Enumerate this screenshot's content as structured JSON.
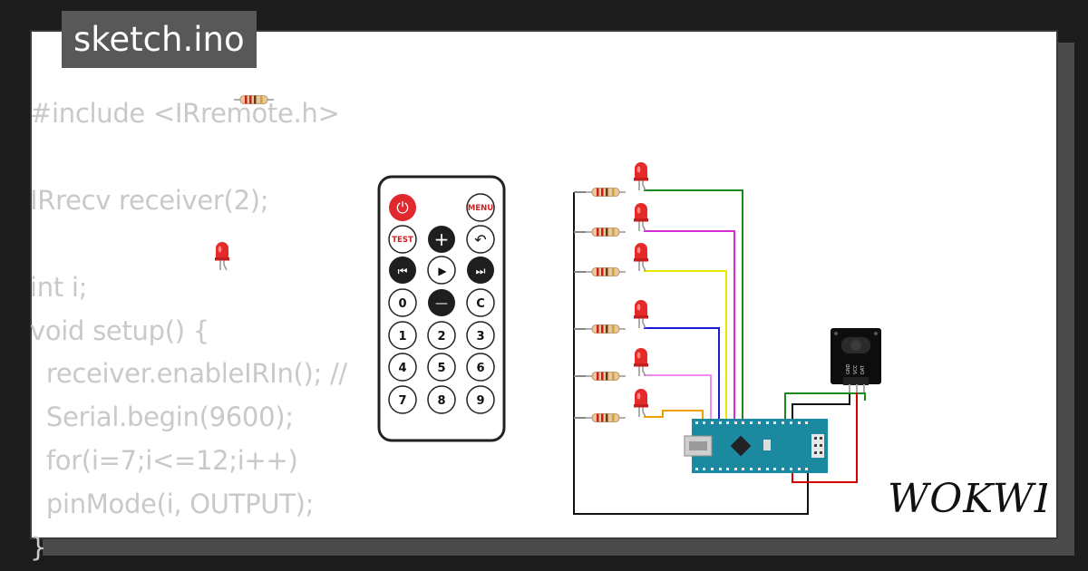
{
  "sketch": {
    "title": "sketch.ino"
  },
  "code": {
    "lines": [
      "#include <IRremote.h>",
      "",
      "IRrecv receiver(2);",
      "",
      "int i;",
      "void setup() {",
      "  receiver.enableIRIn(); //",
      "  Serial.begin(9600);",
      "  for(i=7;i<=12;i++)",
      "  pinMode(i, OUTPUT);",
      "}"
    ]
  },
  "remote": {
    "buttons": [
      {
        "id": "power",
        "label": "⏻"
      },
      {
        "id": "menu",
        "label": "MENU"
      },
      {
        "id": "test",
        "label": "TEST"
      },
      {
        "id": "plus",
        "label": "+"
      },
      {
        "id": "back",
        "label": "↶"
      },
      {
        "id": "prev",
        "label": "⏮"
      },
      {
        "id": "play",
        "label": "▶"
      },
      {
        "id": "next",
        "label": "⏭"
      },
      {
        "id": "0",
        "label": "0"
      },
      {
        "id": "minus",
        "label": "—"
      },
      {
        "id": "c",
        "label": "C"
      },
      {
        "id": "1",
        "label": "1"
      },
      {
        "id": "2",
        "label": "2"
      },
      {
        "id": "3",
        "label": "3"
      },
      {
        "id": "4",
        "label": "4"
      },
      {
        "id": "5",
        "label": "5"
      },
      {
        "id": "6",
        "label": "6"
      },
      {
        "id": "7",
        "label": "7"
      },
      {
        "id": "8",
        "label": "8"
      },
      {
        "id": "9",
        "label": "9"
      }
    ]
  },
  "ir_receiver": {
    "pins": [
      "GND",
      "VCC",
      "DAT"
    ]
  },
  "wire_colors": [
    "#1a8a1a",
    "#d62ad6",
    "#e8e800",
    "#1a1ad6",
    "#f08cf0",
    "#f0a000",
    "#d60000",
    "#000000",
    "#1a8a1a"
  ],
  "brand": {
    "logo_text": "WOKWI"
  }
}
